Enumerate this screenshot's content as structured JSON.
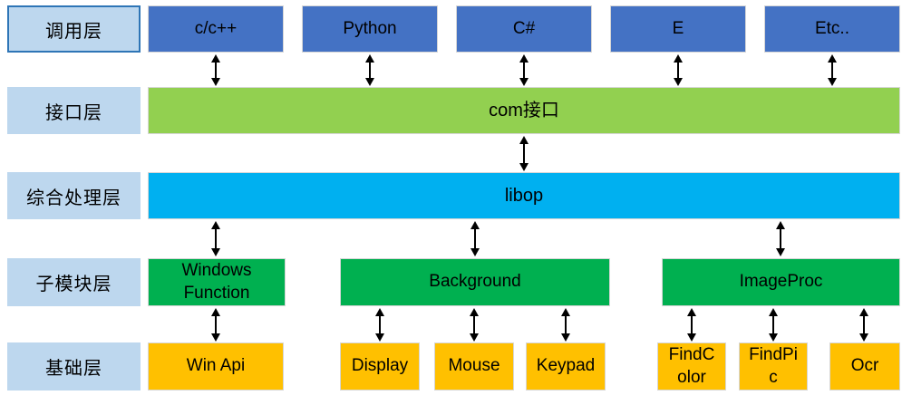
{
  "colors": {
    "label_bg": "#BDD7EE",
    "label_border": "#2E75B6",
    "call_box_bg": "#4472C4",
    "interface_bar_bg": "#92D050",
    "processing_bar_bg": "#00B0F0",
    "module_box_bg": "#00B050",
    "base_box_bg": "#FFC000",
    "arrow_color": "#000000",
    "text_color": "#000000"
  },
  "layers": {
    "call": {
      "label": "调用层",
      "boxes": {
        "cpp": "c/c++",
        "python": "Python",
        "csharp": "C#",
        "e": "E",
        "etc": "Etc.."
      }
    },
    "interface": {
      "label": "接口层",
      "bar": "com接口"
    },
    "processing": {
      "label": "综合处理层",
      "bar": "libop"
    },
    "module": {
      "label": "子模块层",
      "boxes": {
        "windows_function": "Windows Function",
        "background": "Background",
        "imageproc": "ImageProc"
      }
    },
    "base": {
      "label": "基础层",
      "boxes": {
        "win_api": "Win Api",
        "display": "Display",
        "mouse": "Mouse",
        "keypad": "Keypad",
        "findcolor": "FindColor",
        "findpic": "FindPic",
        "ocr": "Ocr"
      }
    }
  },
  "connections": [
    {
      "from": "c/c++",
      "to": "com接口",
      "type": "bidirectional"
    },
    {
      "from": "Python",
      "to": "com接口",
      "type": "bidirectional"
    },
    {
      "from": "C#",
      "to": "com接口",
      "type": "bidirectional"
    },
    {
      "from": "E",
      "to": "com接口",
      "type": "bidirectional"
    },
    {
      "from": "Etc..",
      "to": "com接口",
      "type": "bidirectional"
    },
    {
      "from": "com接口",
      "to": "libop",
      "type": "bidirectional"
    },
    {
      "from": "libop",
      "to": "Windows Function",
      "type": "bidirectional"
    },
    {
      "from": "libop",
      "to": "Background",
      "type": "bidirectional"
    },
    {
      "from": "libop",
      "to": "ImageProc",
      "type": "bidirectional"
    },
    {
      "from": "Windows Function",
      "to": "Win Api",
      "type": "bidirectional"
    },
    {
      "from": "Background",
      "to": "Display",
      "type": "bidirectional"
    },
    {
      "from": "Background",
      "to": "Mouse",
      "type": "bidirectional"
    },
    {
      "from": "Background",
      "to": "Keypad",
      "type": "bidirectional"
    },
    {
      "from": "ImageProc",
      "to": "FindColor",
      "type": "bidirectional"
    },
    {
      "from": "ImageProc",
      "to": "FindPic",
      "type": "bidirectional"
    },
    {
      "from": "ImageProc",
      "to": "Ocr",
      "type": "bidirectional"
    }
  ]
}
